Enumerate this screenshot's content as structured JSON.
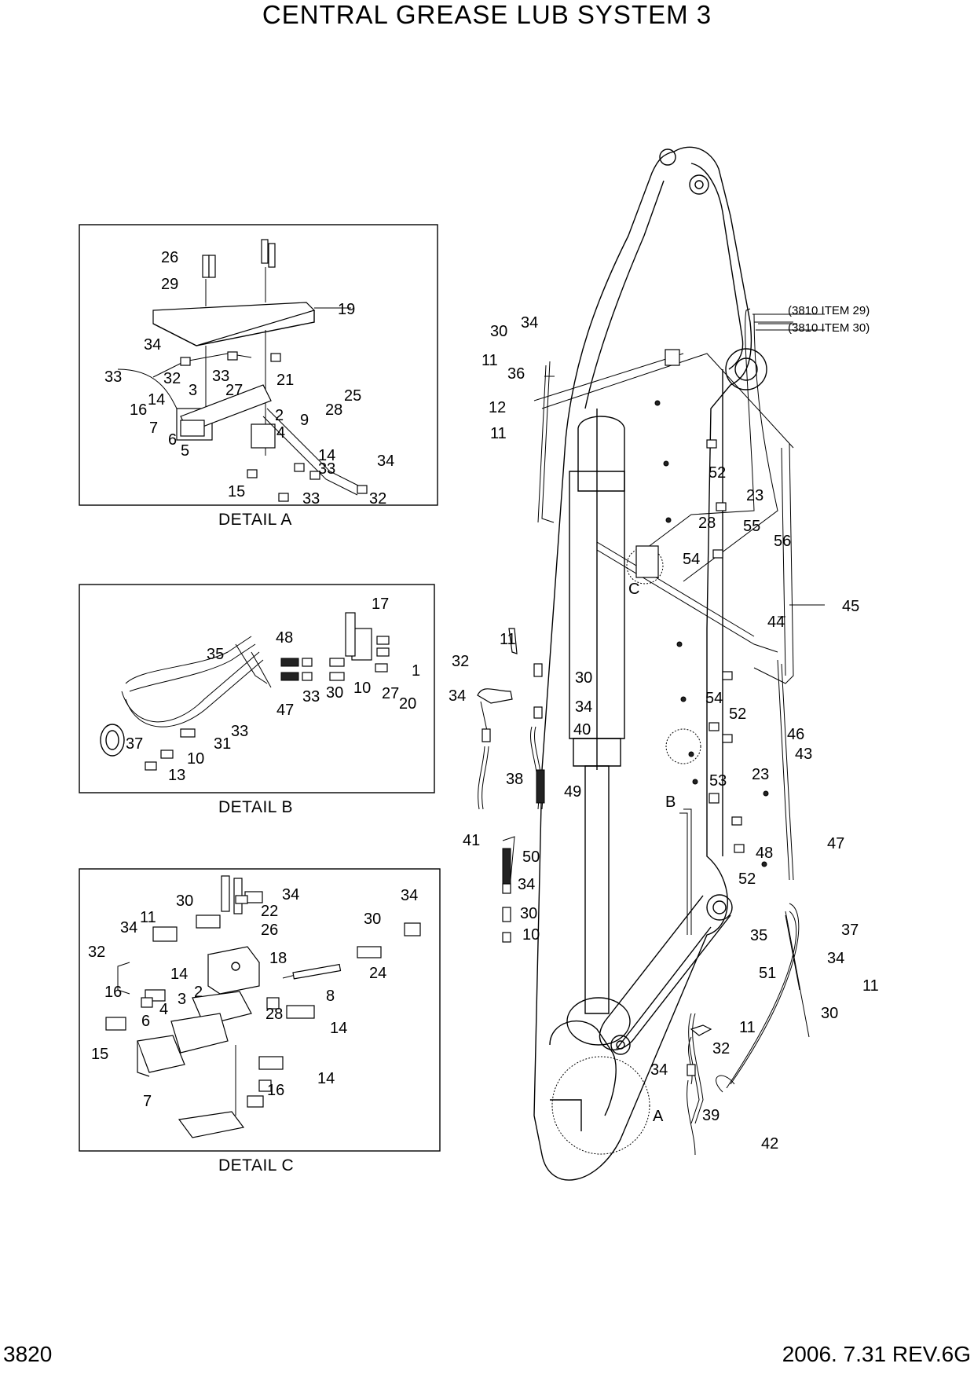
{
  "title": "CENTRAL GREASE LUB SYSTEM 3",
  "page_number": "3820",
  "revision": "2006. 7.31 REV.6G",
  "details": {
    "a": "DETAIL A",
    "b": "DETAIL B",
    "c": "DETAIL C"
  },
  "references": {
    "item29": "(3810 ITEM 29)",
    "item30": "(3810 ITEM 30)"
  },
  "view_markers": {
    "a": "A",
    "b": "B",
    "c": "C"
  },
  "callouts": {
    "detail_a": [
      "26",
      "29",
      "19",
      "34",
      "33",
      "32",
      "3",
      "33",
      "27",
      "21",
      "25",
      "14",
      "16",
      "28",
      "9",
      "7",
      "2",
      "6",
      "4",
      "5",
      "14",
      "34",
      "33",
      "15",
      "33",
      "32"
    ],
    "detail_b": [
      "17",
      "48",
      "35",
      "1",
      "33",
      "30",
      "10",
      "27",
      "20",
      "47",
      "33",
      "37",
      "31",
      "10",
      "13"
    ],
    "detail_c": [
      "34",
      "30",
      "22",
      "11",
      "34",
      "26",
      "34",
      "30",
      "32",
      "18",
      "14",
      "24",
      "16",
      "2",
      "8",
      "3",
      "4",
      "28",
      "14",
      "15",
      "6",
      "14",
      "16",
      "7"
    ],
    "main": [
      "30",
      "34",
      "11",
      "36",
      "12",
      "11",
      "52",
      "23",
      "28",
      "55",
      "56",
      "54",
      "45",
      "44",
      "46",
      "43",
      "54",
      "52",
      "53",
      "23",
      "48",
      "47",
      "52",
      "11",
      "32",
      "30",
      "34",
      "34",
      "40",
      "38",
      "49",
      "41",
      "50",
      "34",
      "30",
      "10",
      "35",
      "37",
      "34",
      "51",
      "11",
      "30",
      "11",
      "32",
      "34",
      "39",
      "42"
    ]
  }
}
